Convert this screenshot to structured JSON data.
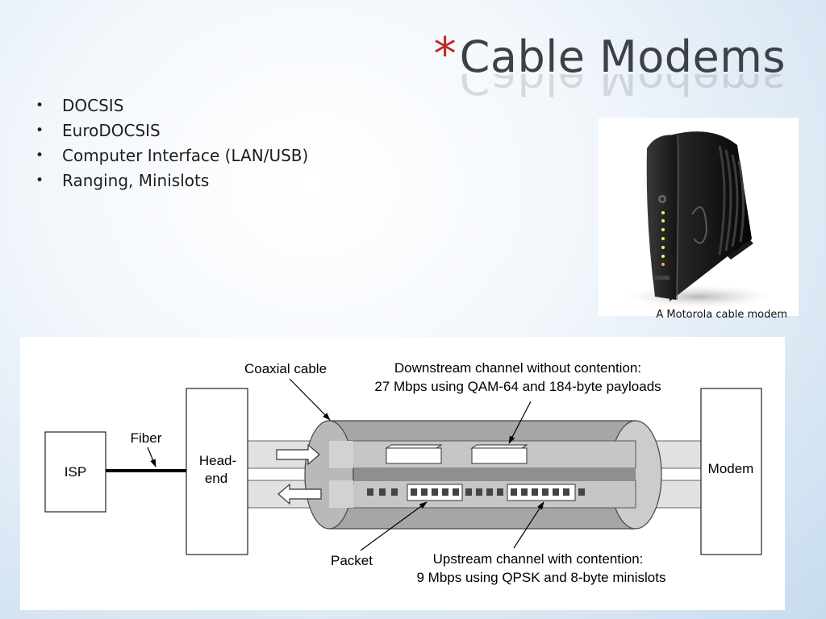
{
  "slide": {
    "title_marker": "*",
    "title": "Cable Modems",
    "bullets": [
      "DOCSIS",
      "EuroDOCSIS",
      "Computer Interface (LAN/USB)",
      "Ranging, Minislots"
    ],
    "photo_caption": "A Motorola cable modem",
    "accent_color": "#c0292e"
  },
  "diagram": {
    "isp_label": "ISP",
    "fiber_label": "Fiber",
    "headend_label_line1": "Head-",
    "headend_label_line2": "end",
    "coax_label": "Coaxial cable",
    "downstream_line1": "Downstream channel without contention:",
    "downstream_line2": "27 Mbps using QAM-64 and 184-byte payloads",
    "modem_label": "Modem",
    "packet_label": "Packet",
    "upstream_line1": "Upstream channel with contention:",
    "upstream_line2": "9 Mbps using QPSK and 8-byte minislots"
  }
}
